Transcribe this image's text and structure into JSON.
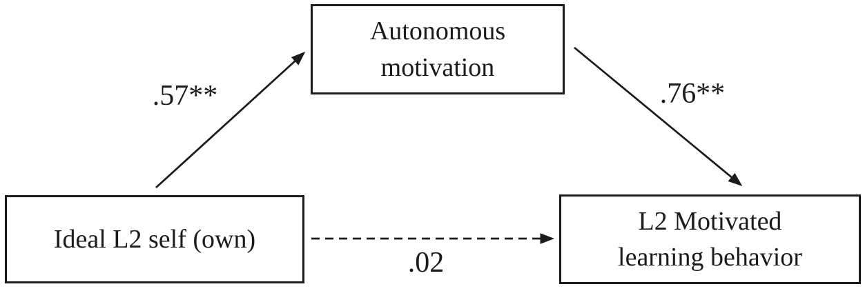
{
  "figure": {
    "type": "mediation-path-diagram",
    "background": "#ffffff",
    "ink_color": "#1b1b1b"
  },
  "nodes": {
    "mediator": {
      "label": "Autonomous\nmotivation"
    },
    "predictor": {
      "label": "Ideal L2 self (own)"
    },
    "outcome": {
      "label": "L2 Motivated\nlearning behavior"
    }
  },
  "paths": {
    "predictor_to_mediator": {
      "coefficient": ".57**",
      "line_style": "solid"
    },
    "mediator_to_outcome": {
      "coefficient": ".76**",
      "line_style": "solid"
    },
    "predictor_to_outcome": {
      "coefficient": ".02",
      "line_style": "dashed"
    }
  }
}
